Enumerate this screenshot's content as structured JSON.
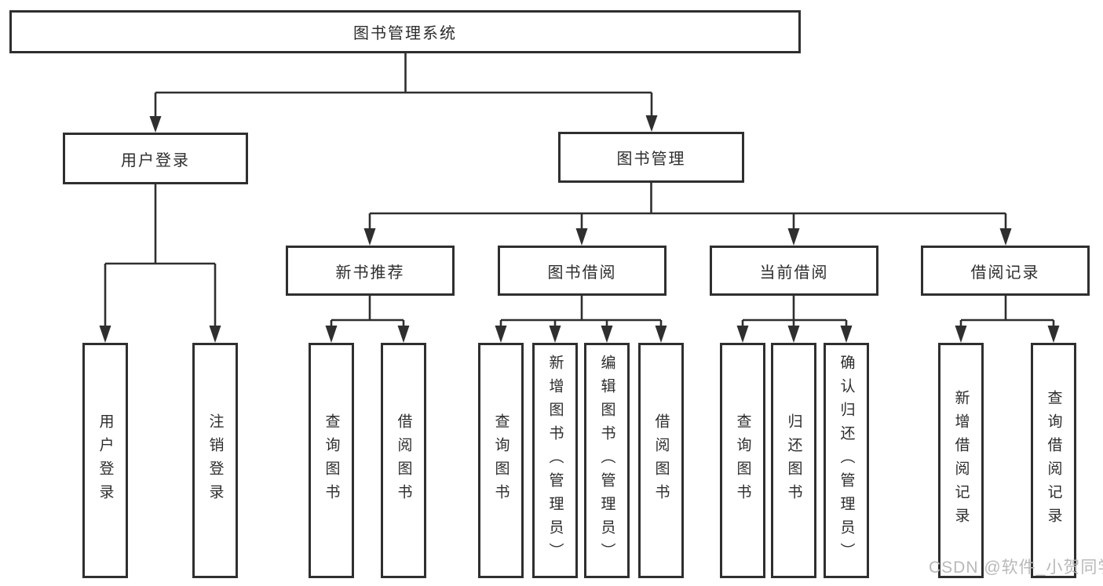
{
  "diagram": {
    "title": "图书管理系统",
    "root": {
      "label": "图书管理系统"
    },
    "level1": [
      {
        "label": "用户登录"
      },
      {
        "label": "图书管理"
      }
    ],
    "level2": [
      {
        "label": "新书推荐"
      },
      {
        "label": "图书借阅"
      },
      {
        "label": "当前借阅"
      },
      {
        "label": "借阅记录"
      }
    ],
    "leaves": {
      "user": [
        "用户登录",
        "注销登录"
      ],
      "recommend": [
        "查询图书",
        "借阅图书"
      ],
      "borrow": [
        "查询图书",
        "新增图书（管理员）",
        "编辑图书（管理员）",
        "借阅图书"
      ],
      "current": [
        "查询图书",
        "归还图书",
        "确认归还（管理员）"
      ],
      "records": [
        "新增借阅记录",
        "查询借阅记录"
      ]
    }
  },
  "watermark": "CSDN @软件_小贺同学",
  "colors": {
    "line": "#2f2f2f",
    "text": "#2d2d2d",
    "background": "#ffffff",
    "watermark": "#b9b9b9"
  }
}
